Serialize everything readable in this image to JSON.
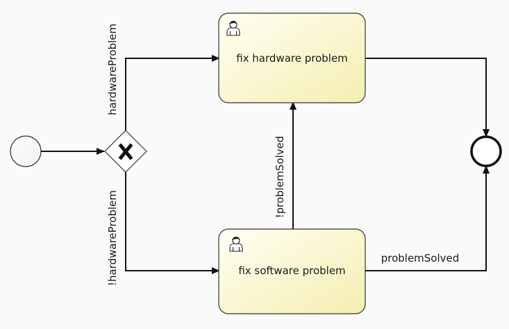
{
  "diagram": {
    "type": "bpmn-process",
    "gateway": {
      "kind": "exclusive",
      "symbol": "X"
    },
    "tasks": {
      "hardware": {
        "label": "fix hardware problem",
        "icon": "user-task-icon"
      },
      "software": {
        "label": "fix software problem",
        "icon": "user-task-icon"
      }
    },
    "flows": {
      "to_hardware": "hardwareProblem",
      "to_software": "!hardwareProblem",
      "software_to_hardware": "!problemSolved",
      "software_to_end": "problemSolved"
    },
    "colors": {
      "task_fill_light": "#fffff2",
      "task_fill_dark": "#f6f0b6",
      "stroke": "#111111",
      "background": "#fafafa"
    }
  }
}
